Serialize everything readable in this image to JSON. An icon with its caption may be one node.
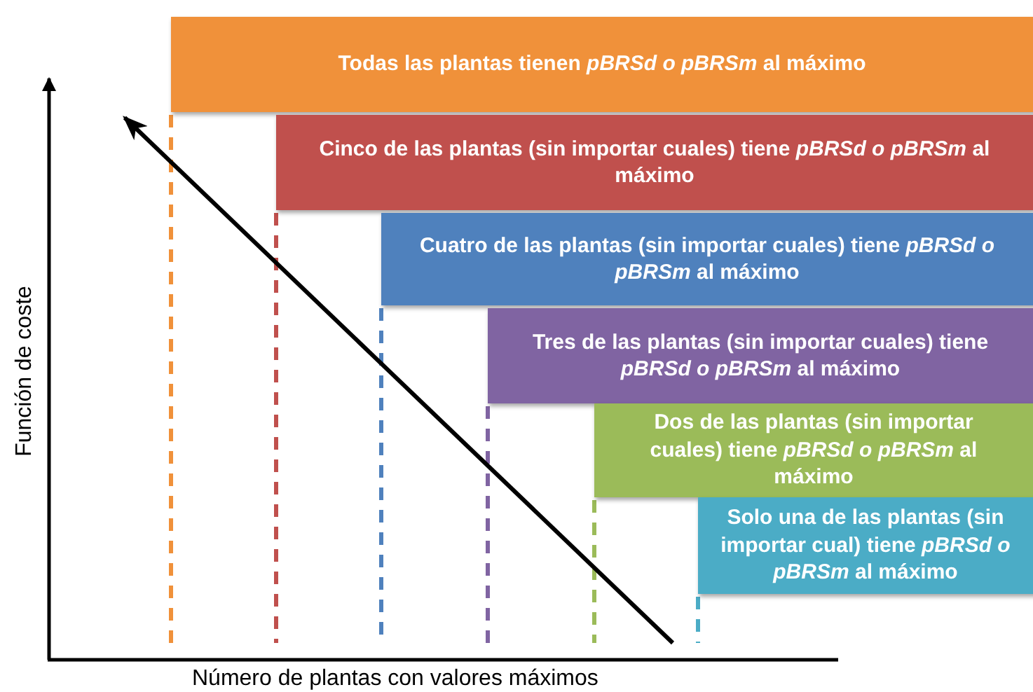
{
  "diagram": {
    "nodes": [
      {
        "text": [
          "Todas las plantas tienen *pBRSd o pBRSm* al máximo"
        ]
      },
      {
        "text": [
          "Cinco de las plantas (sin importar cuales) tiene *pBRSd o pBRSm* al máximo"
        ]
      },
      {
        "text": [
          "Cuatro de las plantas (sin importar cuales) tiene *pBRSd o pBRSm* al máximo"
        ]
      },
      {
        "text": [
          "Tres de las plantas (sin importar cuales) tiene *pBRSd o pBRSm* al máximo"
        ]
      },
      {
        "text": [
          "Dos de las plantas (sin importar cuales) tiene *pBRSd o pBRSm* al máximo"
        ]
      },
      {
        "text": [
          "Solo una de las plantas (sin importar cual) tiene *pBRSd o pBRSm* al máximo"
        ]
      }
    ],
    "labels": [
      "Función de coste",
      "Número de plantas con valores máximos"
    ]
  }
}
